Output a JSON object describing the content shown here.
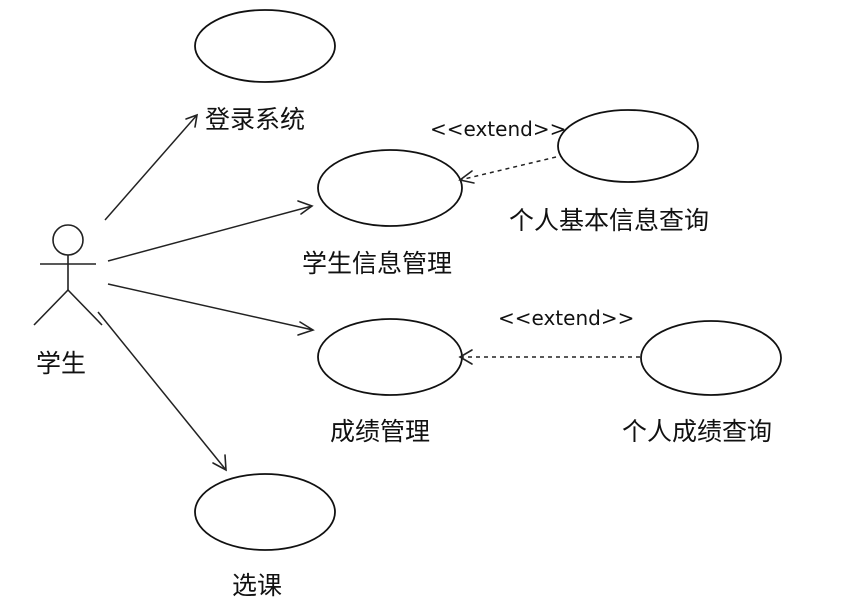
{
  "actor": {
    "label": "学生"
  },
  "use_cases": {
    "login": "登录系统",
    "student_info": "学生信息管理",
    "personal_info_query": "个人基本信息查询",
    "grades": "成绩管理",
    "personal_grades_query": "个人成绩查询",
    "course_selection": "选课"
  },
  "relations": {
    "extend_info": "<<extend>>",
    "extend_grades": "<<extend>>"
  },
  "colors": {
    "stroke": "#222222",
    "background": "#ffffff"
  }
}
